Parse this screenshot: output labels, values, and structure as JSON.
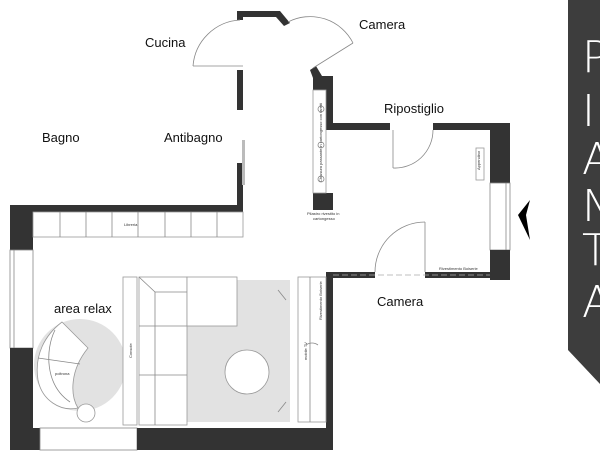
{
  "rooms": {
    "cucina": "Cucina",
    "camera_top": "Camera",
    "bagno": "Bagno",
    "antibagno": "Antibagno",
    "ripostiglio": "Ripostiglio",
    "camera_bottom": "Camera",
    "area_relax": "area relax"
  },
  "annotations": {
    "libreria": "Libreria",
    "poltrona": "poltrona",
    "console": "Console",
    "mobile_tv": "mobile TV",
    "rivestimento_vertical": "Rivestimento Boiserie",
    "rivestimento_horizontal": "Rivestimento Boiserie",
    "appendino": "Appendino",
    "chiusura": "Chiusura passante in cartongesso con faretti",
    "pilastro_1": "Pilastro rivestito in",
    "pilastro_2": "cartongesso"
  },
  "banner": {
    "letters": [
      "P",
      "I",
      "A",
      "N",
      "T",
      "A"
    ],
    "color": "#3d3d3d"
  },
  "colors": {
    "wall": "#333333",
    "rug": "#e2e2e2"
  }
}
